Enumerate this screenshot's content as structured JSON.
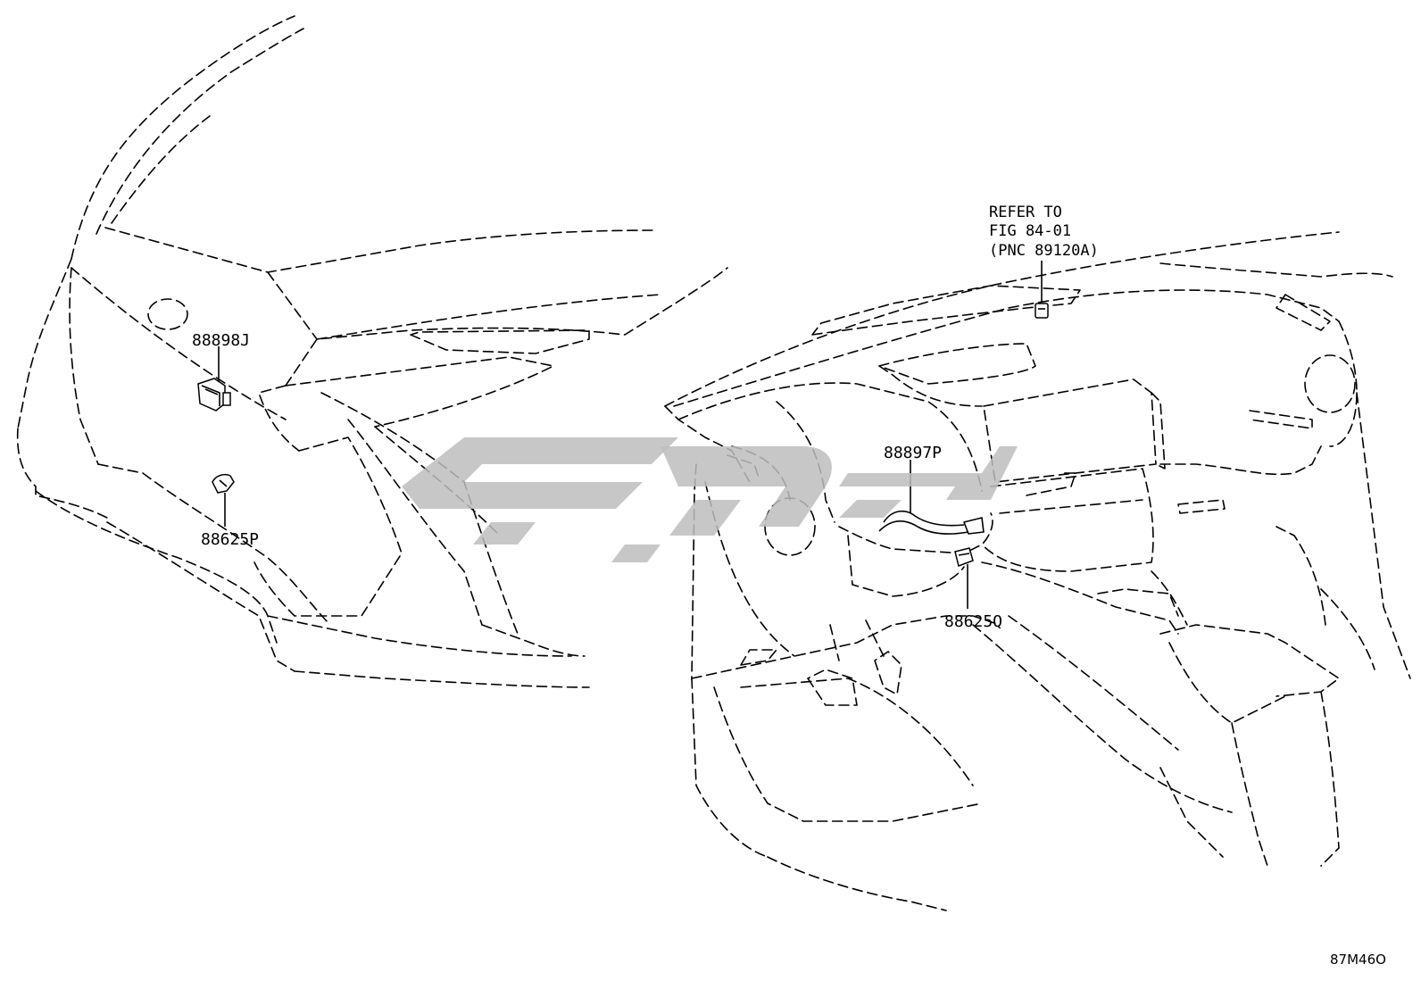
{
  "callouts": {
    "front_sensor": "88898J",
    "front_bracket": "88625P",
    "cabin_sensor": "88897P",
    "cabin_bracket": "88625Q"
  },
  "note": {
    "line1": "REFER TO",
    "line2": "FIG 84-01",
    "line3": "(PNC 89120A)"
  },
  "figure_id": "87M46O",
  "colors": {
    "line": "#000000",
    "watermark": "#bdbdbd",
    "background": "#ffffff"
  }
}
